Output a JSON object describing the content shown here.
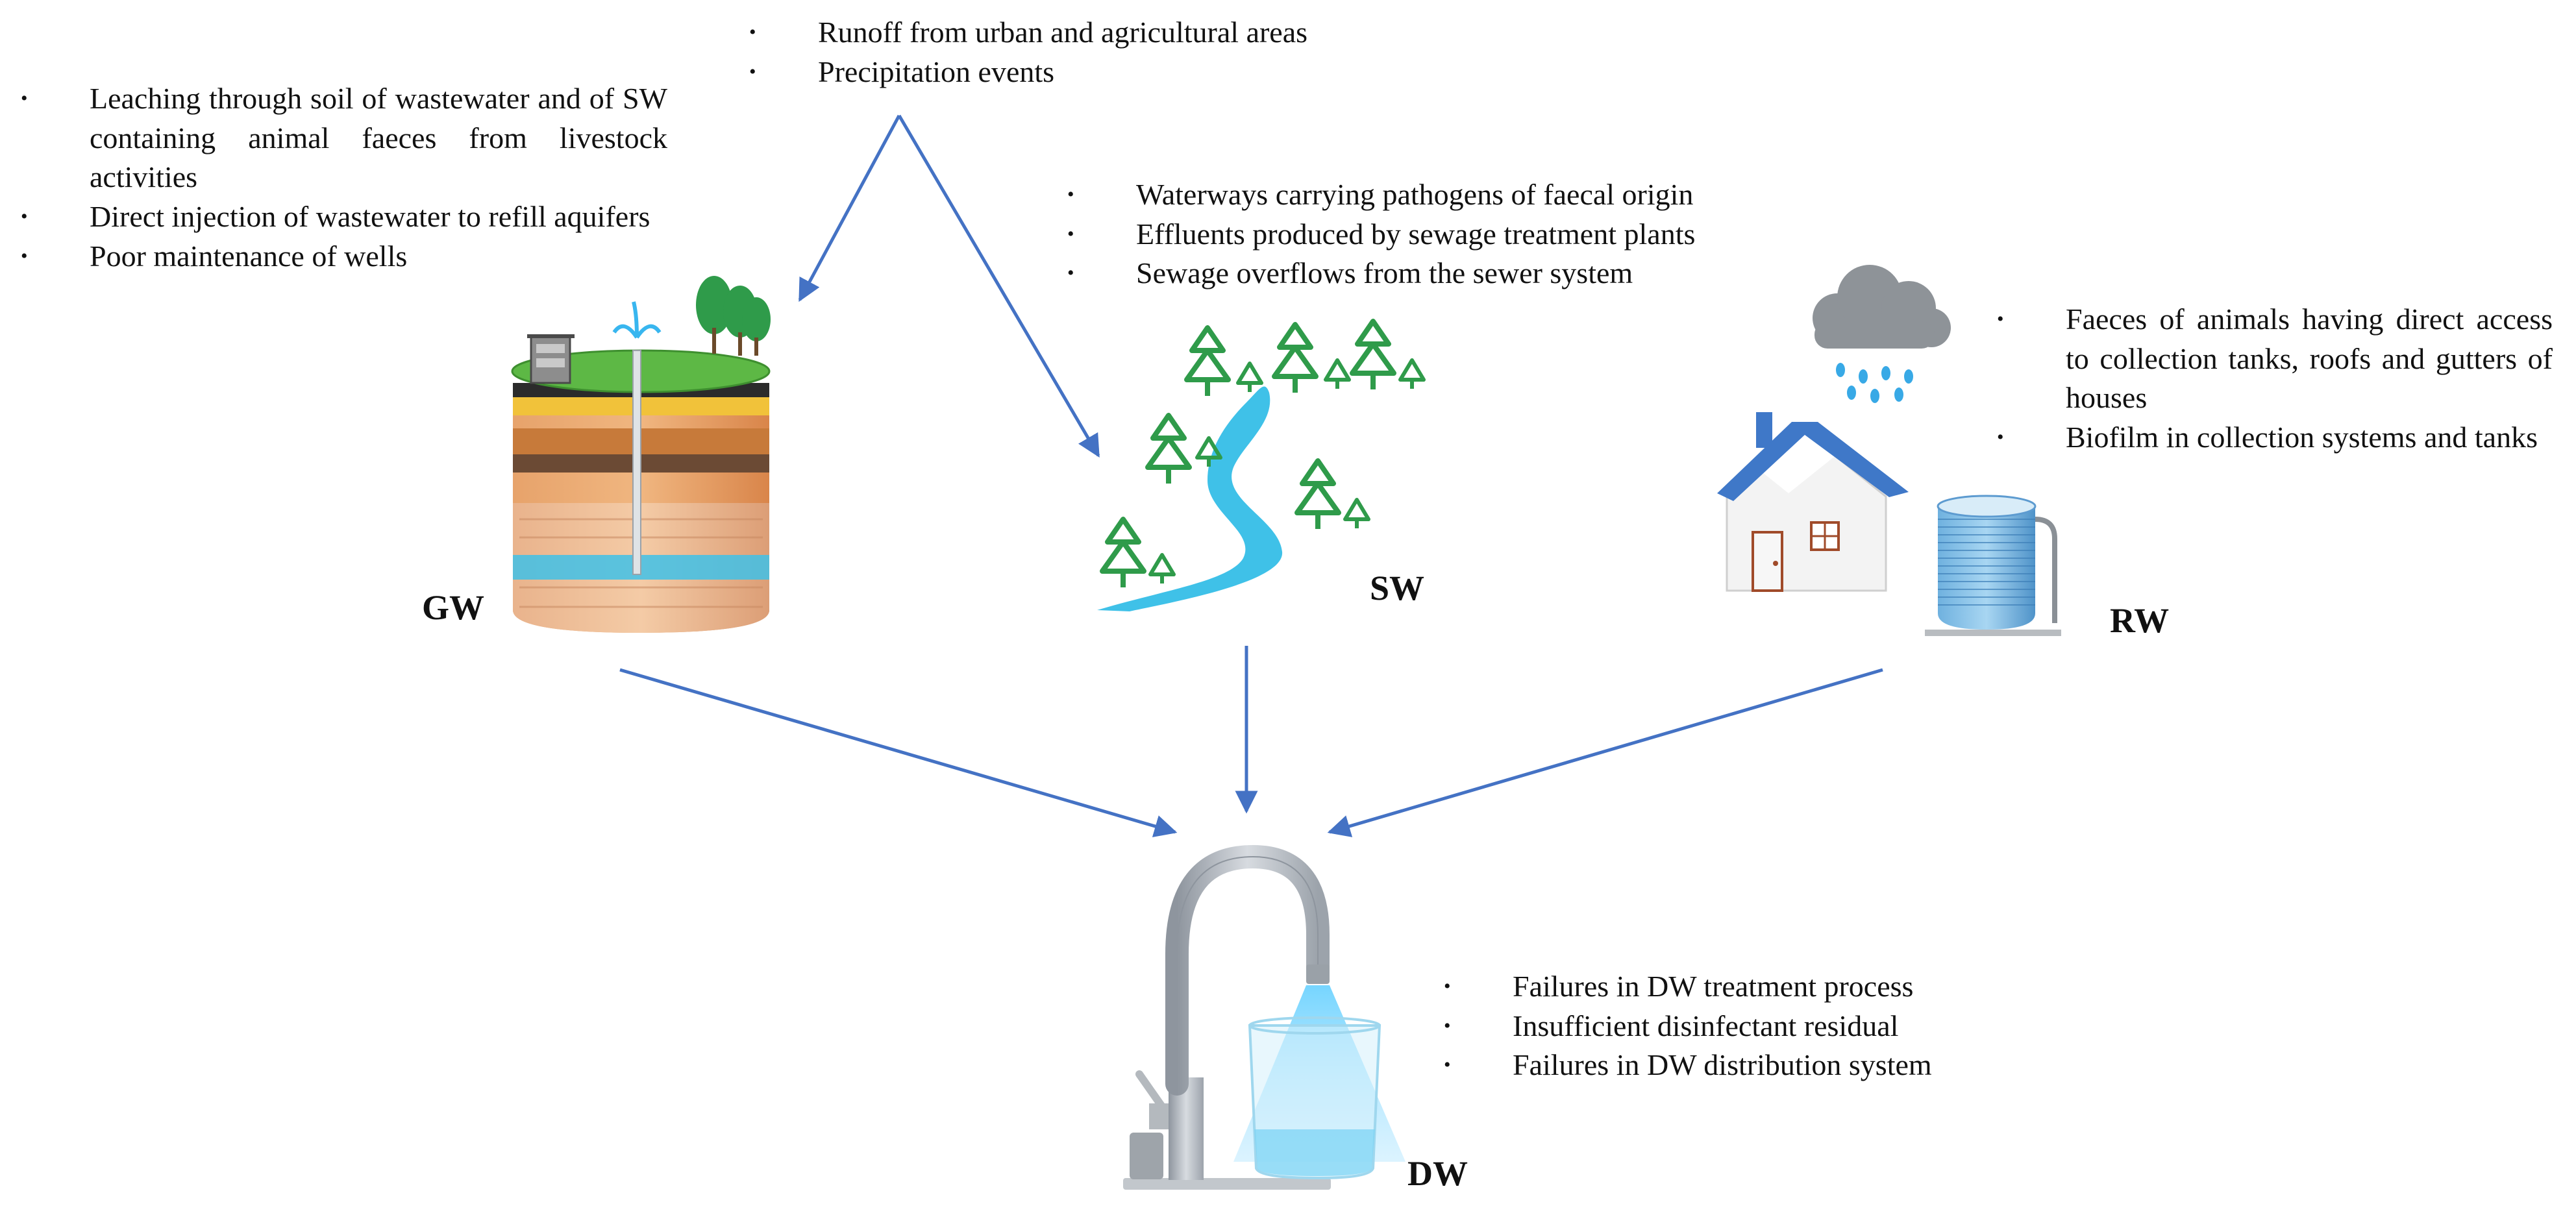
{
  "sources": {
    "gw": {
      "label": "GW",
      "items": [
        "Leaching through soil of wastewater and of SW containing animal faeces from livestock activities",
        "Direct injection of wastewater to refill aquifers",
        "Poor maintenance of wells"
      ]
    },
    "top": {
      "items": [
        "Runoff from urban and agricultural areas",
        "Precipitation events"
      ]
    },
    "sw": {
      "label": "SW",
      "items": [
        "Waterways carrying pathogens of faecal origin",
        "Effluents produced by sewage treatment plants",
        "Sewage overflows from the sewer system"
      ]
    },
    "rw": {
      "label": "RW",
      "items": [
        "Faeces of animals having direct access to collection tanks, roofs and gutters of houses",
        "Biofilm in collection systems and tanks"
      ]
    },
    "dw": {
      "label": "DW",
      "items": [
        "Failures in DW treatment process",
        "Insufficient disinfectant residual",
        "Failures in DW distribution system"
      ]
    }
  },
  "colors": {
    "arrow": "#4472c4",
    "water": "#3fc1e8",
    "tree": "#2f9b4a",
    "roof": "#3f78c8"
  }
}
